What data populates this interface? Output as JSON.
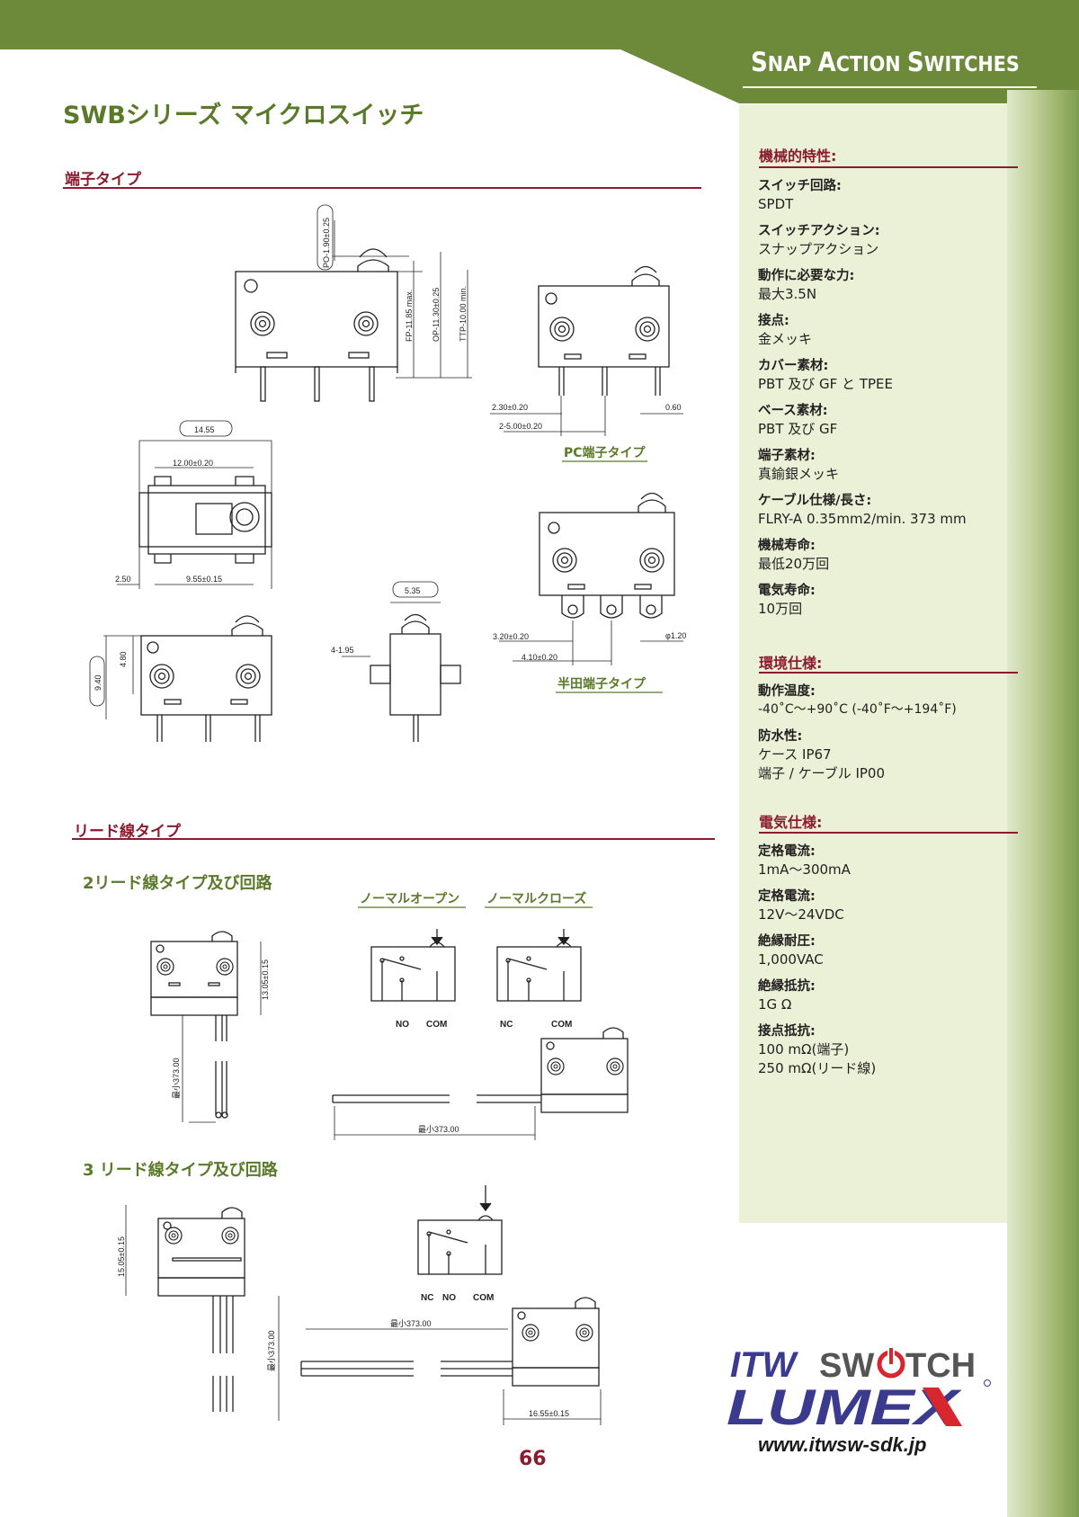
{
  "header": {
    "category_prefix_s": "S",
    "category_rest_1": "NAP ",
    "category_prefix_a": "A",
    "category_rest_2": "CTION ",
    "category_prefix_w": "S",
    "category_rest_3": "WITCHES"
  },
  "page_title": "SWBシリーズ マイクロスイッチ",
  "sections": {
    "terminal_type": "端子タイプ",
    "pc_terminal": "PC端子タイプ",
    "solder_terminal": "半田端子タイプ",
    "lead_type": "リード線タイプ",
    "two_lead": "2リード線タイプ及び回路",
    "three_lead": "3 リード線タイプ及び回路",
    "normal_open": "ノーマルオープン",
    "normal_close": "ノーマルクローズ"
  },
  "dimensions": {
    "po": "PO-1.90±0.25",
    "fp": "FP-11.85 max.",
    "op": "OP-11.30±0.25",
    "ttp": "TTP-10.00 min.",
    "d1455": "14.55",
    "d1200": "12.00±0.20",
    "d250": "2.50",
    "d955": "9.55±0.15",
    "d230": "2.30±0.20",
    "d2500": "2-5.00±0.20",
    "d060": "0.60",
    "d535": "5.35",
    "d4195": "4-1.95",
    "d480": "4.80",
    "d940": "9.40",
    "d320": "3.20±0.20",
    "d410": "4.10±0.20",
    "phi120": "φ1.20",
    "d1305": "13.05±0.15",
    "min373": "最小373.00",
    "d1505": "15.05±0.15",
    "d1655": "16.55±0.15"
  },
  "circuit_labels": {
    "no": "NO",
    "nc": "NC",
    "com": "COM"
  },
  "specs": {
    "mechanical": {
      "heading": "機械的特性:",
      "items": [
        {
          "label": "スイッチ回路:",
          "value": "SPDT"
        },
        {
          "label": "スイッチアクション:",
          "value": "スナップアクション"
        },
        {
          "label": "動作に必要な力:",
          "value": "最大3.5N"
        },
        {
          "label": "接点:",
          "value": "金メッキ"
        },
        {
          "label": "カバー素材:",
          "value": "PBT 及び GF と TPEE"
        },
        {
          "label": "ベース素材:",
          "value": "PBT 及び GF"
        },
        {
          "label": "端子素材:",
          "value": "真鍮銀メッキ"
        },
        {
          "label": "ケーブル仕様/長さ:",
          "value": "FLRY-A 0.35mm2/min. 373 mm"
        },
        {
          "label": "機械寿命:",
          "value": "最低20万回"
        },
        {
          "label": "電気寿命:",
          "value": "10万回"
        }
      ]
    },
    "environmental": {
      "heading": "環境仕様:",
      "items": [
        {
          "label": "動作温度:",
          "value": "-40˚C〜+90˚C (-40˚F〜+194˚F)"
        },
        {
          "label": "防水性:",
          "value": "ケース IP67",
          "value2": "端子 / ケーブル IP00"
        }
      ]
    },
    "electrical": {
      "heading": "電気仕様:",
      "items": [
        {
          "label": "定格電流:",
          "value": "1mA〜300mA"
        },
        {
          "label": "定格電流:",
          "value": "12V〜24VDC"
        },
        {
          "label": "絶縁耐圧:",
          "value": "1,000VAC"
        },
        {
          "label": "絶縁抵抗:",
          "value": "1G Ω"
        },
        {
          "label": "接点抵抗:",
          "value": "100 mΩ(端子)",
          "value2": "250 mΩ(リード線)"
        }
      ]
    }
  },
  "logo": {
    "itw": "ITW",
    "switch_a": "SW",
    "switch_b": "TCH",
    "lumex": "LUMEX"
  },
  "footer": {
    "page_number": "66",
    "url": "www.itwsw-sdk.jp"
  },
  "colors": {
    "header_green": "#6d8a3a",
    "title_green": "#5a7a2a",
    "section_red": "#8b1b2e",
    "panel_bg": "#eaf1d6",
    "logo_blue": "#3a3a8f"
  }
}
